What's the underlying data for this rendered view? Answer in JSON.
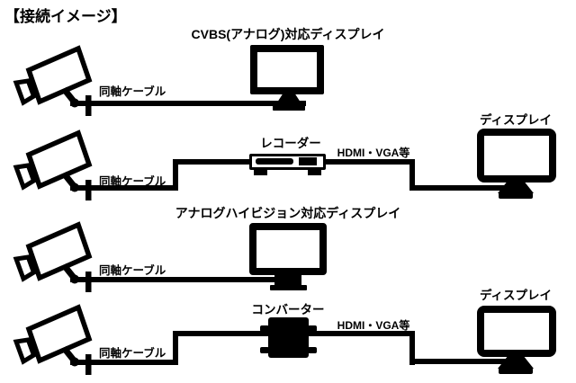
{
  "title": "【接続イメージ】",
  "colors": {
    "ink": "#000000",
    "background": "#ffffff"
  },
  "rows": [
    {
      "cable_label": "同軸ケーブル",
      "display_label": "CVBS(アナログ)対応ディスプレイ"
    },
    {
      "cable_label": "同軸ケーブル",
      "device_label": "レコーダー",
      "output_cable_label": "HDMI・VGA等",
      "display_label": "ディスプレイ"
    },
    {
      "cable_label": "同軸ケーブル",
      "display_label": "アナログハイビジョン対応ディスプレイ"
    },
    {
      "cable_label": "同軸ケーブル",
      "device_label": "コンバーター",
      "output_cable_label": "HDMI・VGA等",
      "display_label": "ディスプレイ"
    }
  ]
}
